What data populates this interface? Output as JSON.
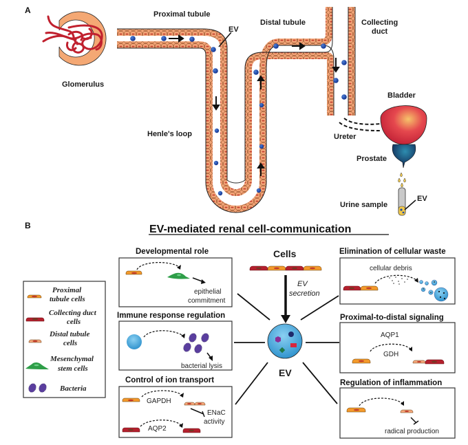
{
  "panel_a": {
    "label": "A",
    "labels": {
      "proximal_tubule": "Proximal tubule",
      "ev": "EV",
      "distal_tubule": "Distal tubule",
      "collecting_duct_line1": "Collecting",
      "collecting_duct_line2": "duct",
      "glomerulus": "Glomerulus",
      "henles_loop": "Henle's loop",
      "bladder": "Bladder",
      "ureter": "Ureter",
      "prostate": "Prostate",
      "urine_sample": "Urine sample",
      "ev_sample": "EV"
    }
  },
  "panel_b": {
    "label": "B",
    "title": "EV-mediated renal cell-communication",
    "center": {
      "cells_label": "Cells",
      "secretion_line1": "EV",
      "secretion_line2": "secretion",
      "ev_label": "EV"
    },
    "legend": [
      {
        "line1": "Proximal",
        "line2": "tubule cells",
        "icon": "proximal-tubule-cell-icon"
      },
      {
        "line1": "Collecting duct",
        "line2": "cells",
        "icon": "collecting-duct-cell-icon"
      },
      {
        "line1": "Distal tubule",
        "line2": "cells",
        "icon": "distal-tubule-cell-icon"
      },
      {
        "line1": "Mesenchymal",
        "line2": "stem cells",
        "icon": "mesenchymal-stem-cell-icon"
      },
      {
        "line1": "Bacteria",
        "line2": "",
        "icon": "bacteria-icon"
      }
    ],
    "boxes": {
      "developmental": {
        "title": "Developmental role",
        "text1": "epithelial",
        "text2": "commitment"
      },
      "immune": {
        "title": "Immune response regulation",
        "text1": "bacterial lysis"
      },
      "ion": {
        "title": "Control of ion transport",
        "gapdh": "GAPDH",
        "aqp2": "AQP2",
        "enac1": "ENaC",
        "enac2": "activity"
      },
      "waste": {
        "title": "Elimination of cellular waste",
        "text1": "cellular debris"
      },
      "signaling": {
        "title": "Proximal-to-distal signaling",
        "aqp1": "AQP1",
        "gdh": "GDH"
      },
      "inflammation": {
        "title": "Regulation of inflammation",
        "text1": "radical production"
      }
    },
    "colors": {
      "proximal": "#F39A2B",
      "collecting": "#B5202E",
      "distal": "#F5A77A",
      "mesenchymal": "#2E9E48",
      "bacteria": "#5A3E9E",
      "ev_blue": "#3FA6DA",
      "tubule": "#F2A477"
    }
  }
}
